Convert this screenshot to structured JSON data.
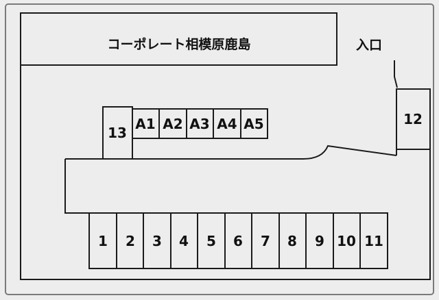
{
  "diagram": {
    "title": "コーポレート相模原鹿島",
    "entrance_label": "入口"
  },
  "spaces": {
    "space_13": {
      "label": "13"
    },
    "a_row": [
      {
        "label": "A1"
      },
      {
        "label": "A2"
      },
      {
        "label": "A3"
      },
      {
        "label": "A4"
      },
      {
        "label": "A5"
      }
    ],
    "space_12": {
      "label": "12"
    },
    "bottom_row": [
      {
        "label": "1"
      },
      {
        "label": "2"
      },
      {
        "label": "3"
      },
      {
        "label": "4"
      },
      {
        "label": "5"
      },
      {
        "label": "6"
      },
      {
        "label": "7"
      },
      {
        "label": "8"
      },
      {
        "label": "9"
      },
      {
        "label": "10"
      },
      {
        "label": "11"
      }
    ]
  },
  "colors": {
    "background": "#ededed",
    "line": "#1a1a1a",
    "border": "#7a7a7a",
    "text": "#111111"
  }
}
